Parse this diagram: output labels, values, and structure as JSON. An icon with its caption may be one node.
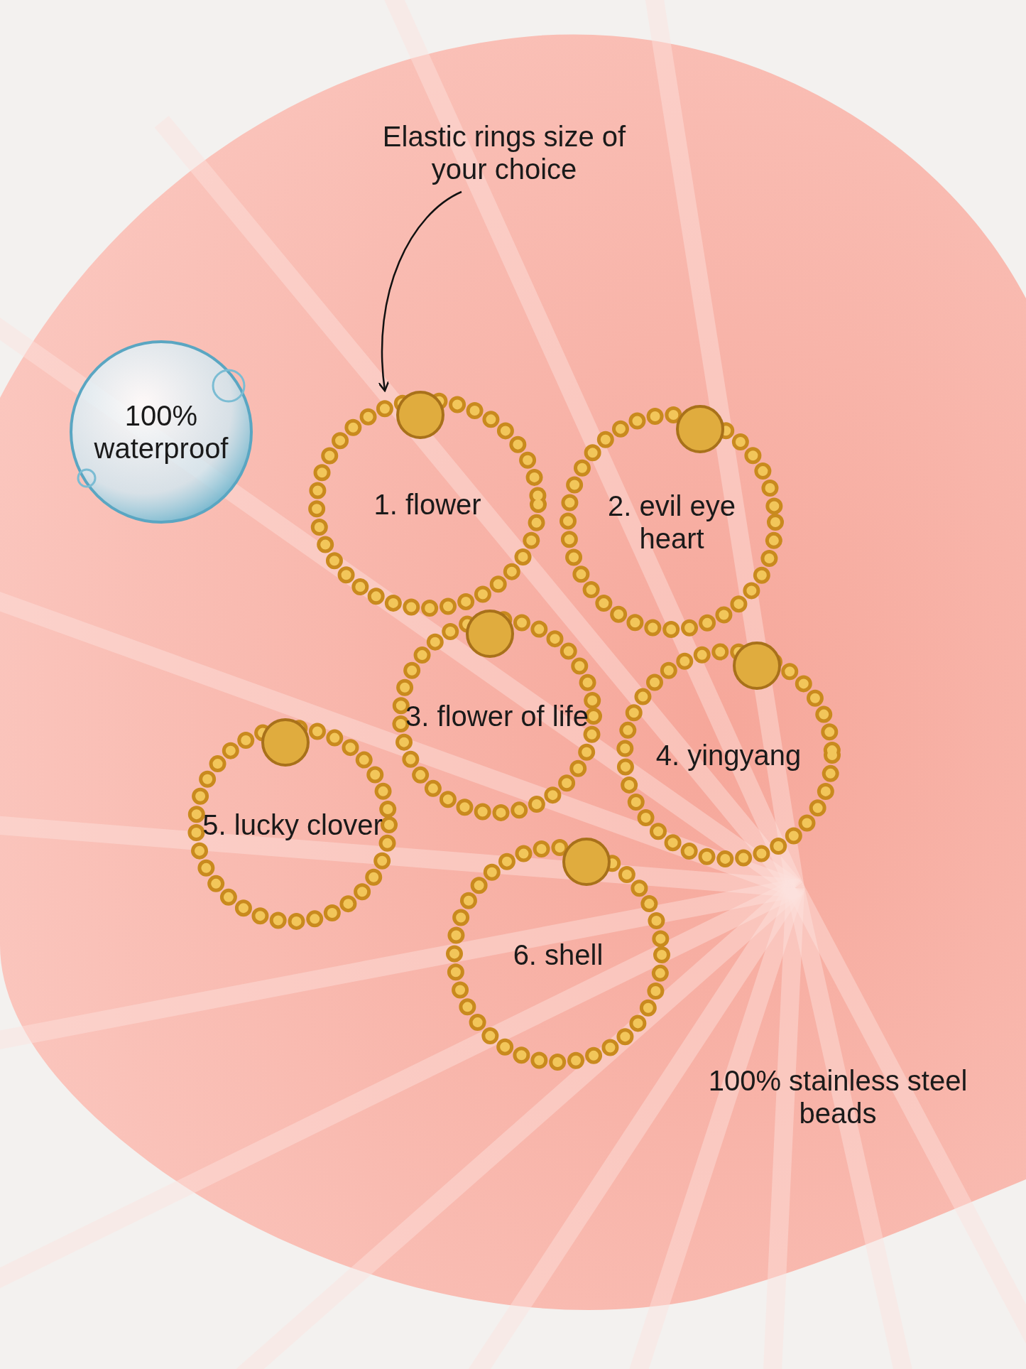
{
  "diagram": {
    "nodes": [
      {
        "text": [
          "Elastic rings size of your choice"
        ]
      },
      {
        "text": [
          "100% waterproof"
        ]
      },
      {
        "text": [
          "1. flower"
        ]
      },
      {
        "text": [
          "2. evil eye heart"
        ]
      },
      {
        "text": [
          "3. flower of life"
        ]
      },
      {
        "text": [
          "4. yingyang"
        ]
      },
      {
        "text": [
          "5. lucky clover"
        ]
      },
      {
        "text": [
          "6. shell"
        ]
      }
    ],
    "edges": [
      {
        "from": 0,
        "to": 2,
        "arrow": "to"
      }
    ],
    "labels": [
      "100% stainless steel beads"
    ]
  }
}
